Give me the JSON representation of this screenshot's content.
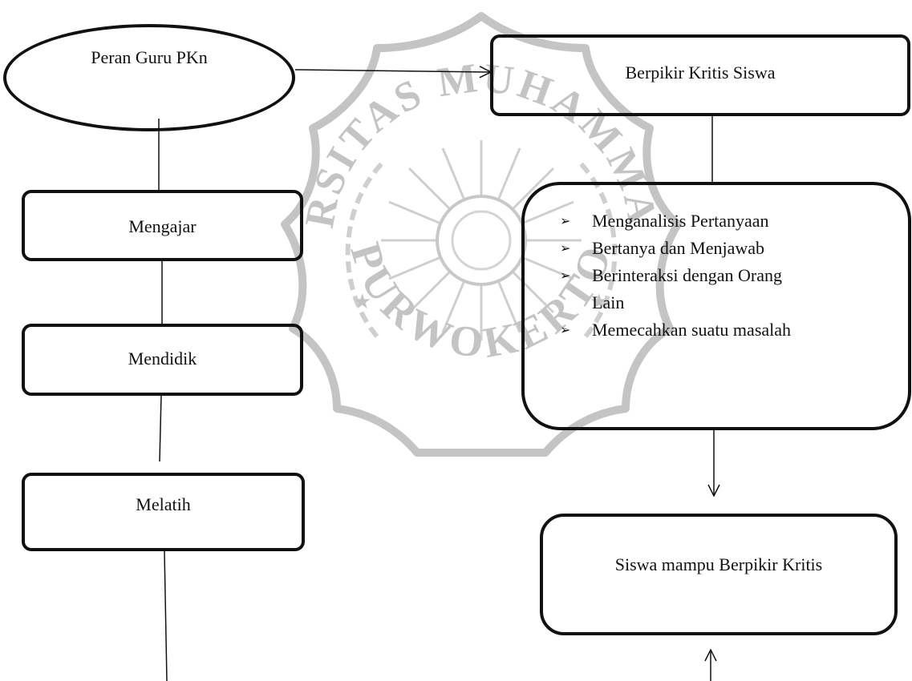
{
  "diagram": {
    "start_node": {
      "label": "Peran Guru PKn"
    },
    "roles": [
      {
        "label": "Mengajar"
      },
      {
        "label": "Mendidik"
      },
      {
        "label": "Melatih"
      }
    ],
    "critical_node": {
      "label": "Berpikir Kritis Siswa"
    },
    "indicators": [
      {
        "text": "Menganalisis Pertanyaan"
      },
      {
        "text": "Bertanya dan Menjawab"
      },
      {
        "text": "Berinteraksi dengan Orang Lain"
      },
      {
        "text": "Memecahkan suatu masalah"
      }
    ],
    "outcome_node": {
      "label": "Siswa mampu Berpikir Kritis"
    },
    "bullet_icon": "arrowhead-bullet-icon",
    "line_color": "#111111"
  },
  "watermark": {
    "text_top": "UNIVERSITAS MUHAMMADIYAH",
    "text_bottom": "PURWOKERTO",
    "icon": "university-seal-icon",
    "color": "#bdbdbd"
  }
}
